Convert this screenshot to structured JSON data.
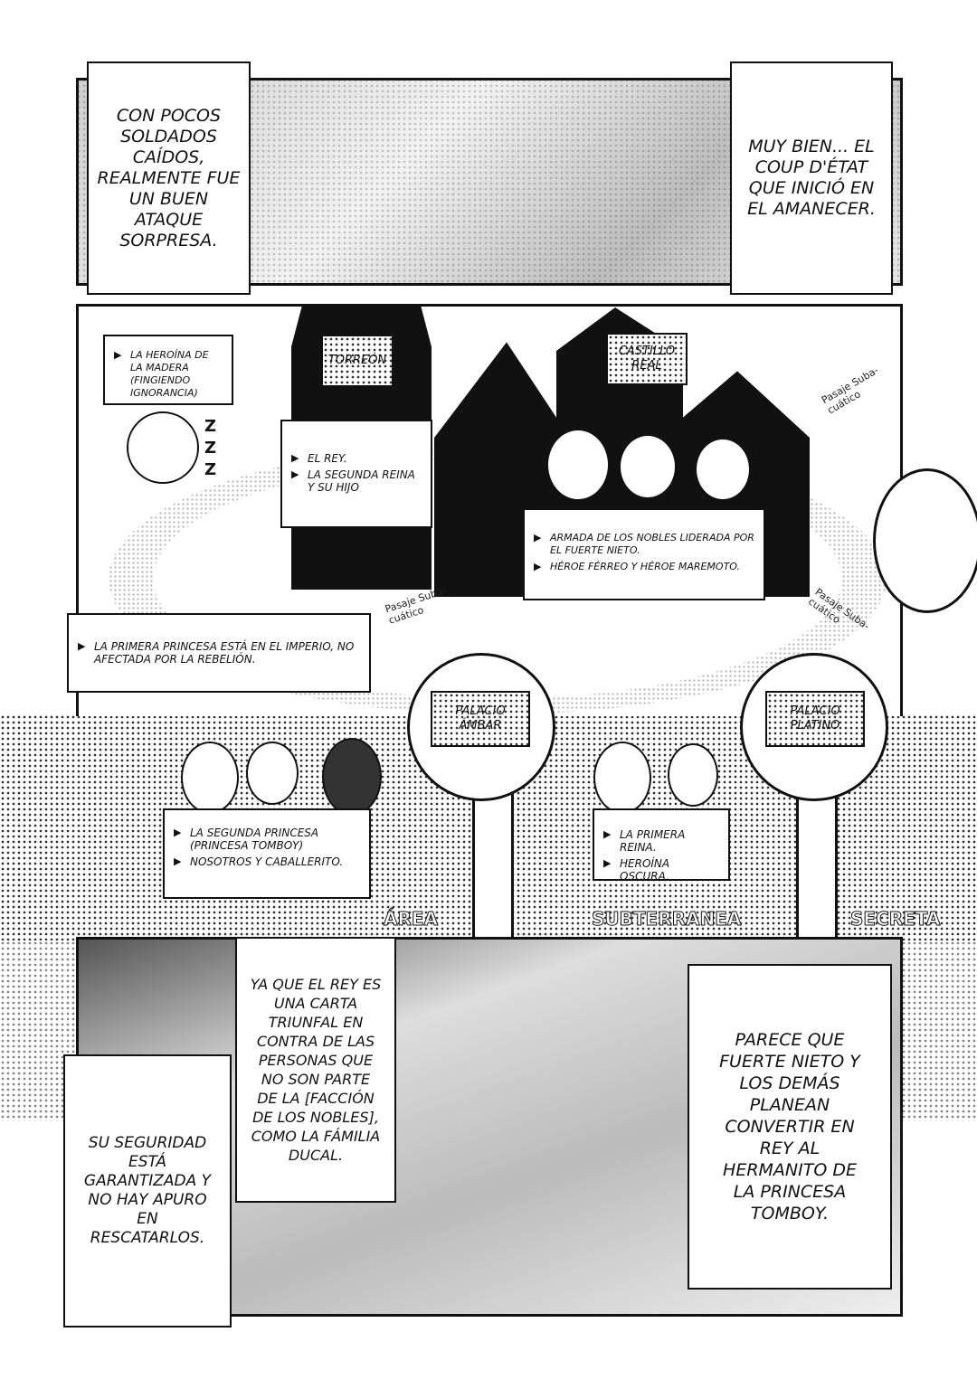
{
  "top_panel": {
    "caption_left": "Con pocos soldados caídos, realmente fue un buen ataque sorpresa.",
    "caption_right": "Muy bien... el coup d'état que inició en el amanecer."
  },
  "map": {
    "heroine_box": [
      "La heroína de la madera (fingiendo ignorancia)"
    ],
    "sleep_sound": "Z Z Z",
    "torreon_label": "Torreón",
    "castillo_label": "Castillo Real",
    "torreon_box": [
      "El rey.",
      "La segunda reina y su hijo"
    ],
    "castillo_box": [
      "Armada de los nobles liderada por el fuerte nieto.",
      "Héroe férreo y héroe maremoto."
    ],
    "princesa_box": [
      "La primera princesa está en el imperio, no afectada por la rebelión."
    ],
    "pasaje_labels": [
      "Pasaje Suba-cuático",
      "Pasaje Suba-cuático",
      "Pasaje Suba-cuático"
    ],
    "palacio_ambar_label": "Palacio Ámbar",
    "palacio_platino_label": "Palacio Platino",
    "ambar_box": [
      "La segunda princesa (princesa tomboy)",
      "Nosotros y caballerito."
    ],
    "platino_box": [
      "La primera reina.",
      "Heroína oscura."
    ],
    "area_words": [
      "Área",
      "Subterranea",
      "Secreta"
    ]
  },
  "bottom_panel": {
    "caption_king": "Ya que el rey es una carta triunfal en contra de las personas que no son parte de la [facción de los nobles], como la fámilia ducal.",
    "caption_safety": "Su seguridad está garantizada y no hay apuro en rescatarlos.",
    "caption_plan": "Parece que fuerte nieto y los demás planean convertir en rey al hermanito de la princesa tomboy."
  }
}
